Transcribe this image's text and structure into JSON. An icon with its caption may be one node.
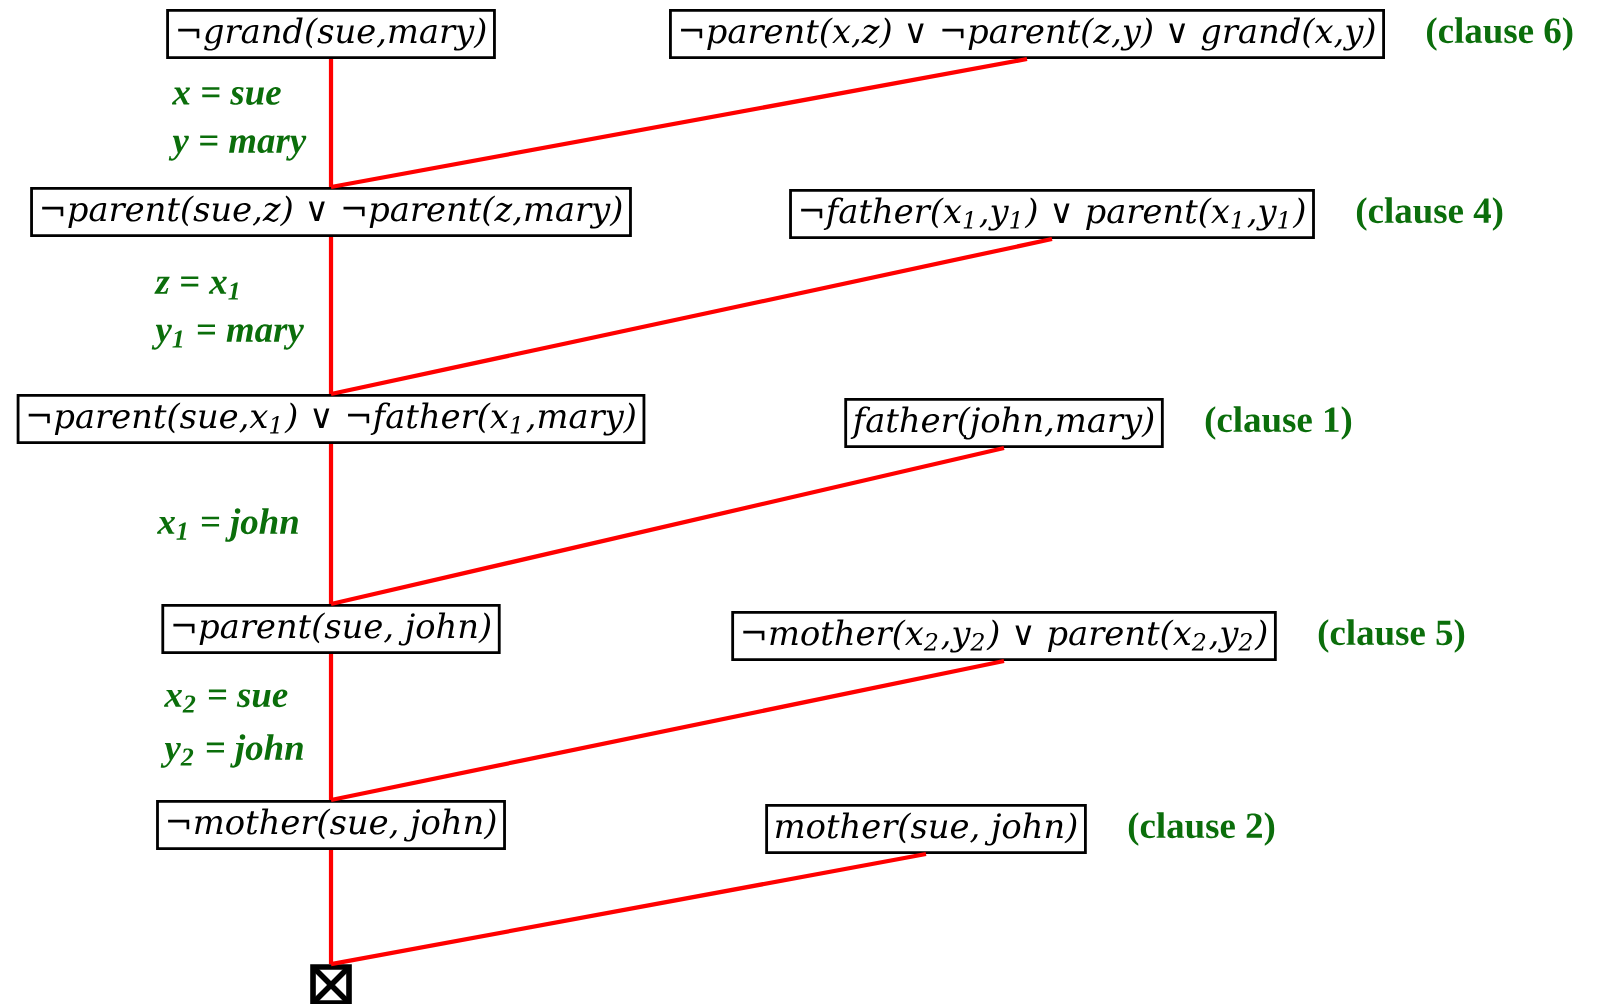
{
  "diagram": {
    "nodes": [
      {
        "text": [
          "¬grand(sue,mary)"
        ]
      },
      {
        "text": [
          "¬parent(x,z) ∨ ¬parent(z,y) ∨ grand(x,y)"
        ],
        "beside": [
          "(clause 6)"
        ]
      },
      {
        "text": [
          "¬parent(sue,z) ∨ ¬parent(z,mary)"
        ]
      },
      {
        "text": [
          "¬father(x$_{1}$,y$_{1}$) ∨ parent(x$_{1}$,y$_{1}$)"
        ],
        "beside": [
          "(clause 4)"
        ]
      },
      {
        "text": [
          "¬parent(sue,x$_{1}$) ∨ ¬father(x$_{1}$,mary)"
        ]
      },
      {
        "text": [
          "father(john,mary)"
        ],
        "beside": [
          "(clause 1)"
        ]
      },
      {
        "text": [
          "¬parent(sue, john)"
        ]
      },
      {
        "text": [
          "¬mother(x$_{2}$,y$_{2}$) ∨ parent(x$_{2}$,y$_{2}$)"
        ],
        "beside": [
          "(clause 5)"
        ]
      },
      {
        "text": [
          "¬mother(sue, john)"
        ]
      },
      {
        "text": [
          "mother(sue, john)"
        ],
        "beside": [
          "(clause 2)"
        ]
      },
      {
        "text": [],
        "shape": "box"
      }
    ],
    "edges": [
      {
        "from": 0,
        "to": 2,
        "arrow": "none"
      },
      {
        "from": 1,
        "to": 2,
        "arrow": "none"
      },
      {
        "from": 2,
        "to": 4,
        "arrow": "none"
      },
      {
        "from": 3,
        "to": 4,
        "arrow": "none"
      },
      {
        "from": 4,
        "to": 6,
        "arrow": "none"
      },
      {
        "from": 5,
        "to": 6,
        "arrow": "none"
      },
      {
        "from": 6,
        "to": 8,
        "arrow": "none"
      },
      {
        "from": 7,
        "to": 8,
        "arrow": "none"
      },
      {
        "from": 8,
        "to": 10,
        "arrow": "none"
      },
      {
        "from": 9,
        "to": 10,
        "arrow": "none"
      }
    ],
    "labels": [
      "x = sue",
      "y = mary",
      "z = x$_{1}$",
      "y$_{1}$ = mary",
      "x$_{1}$ = john",
      "x$_{2}$ = sue",
      "y$_{2}$ = john"
    ]
  }
}
